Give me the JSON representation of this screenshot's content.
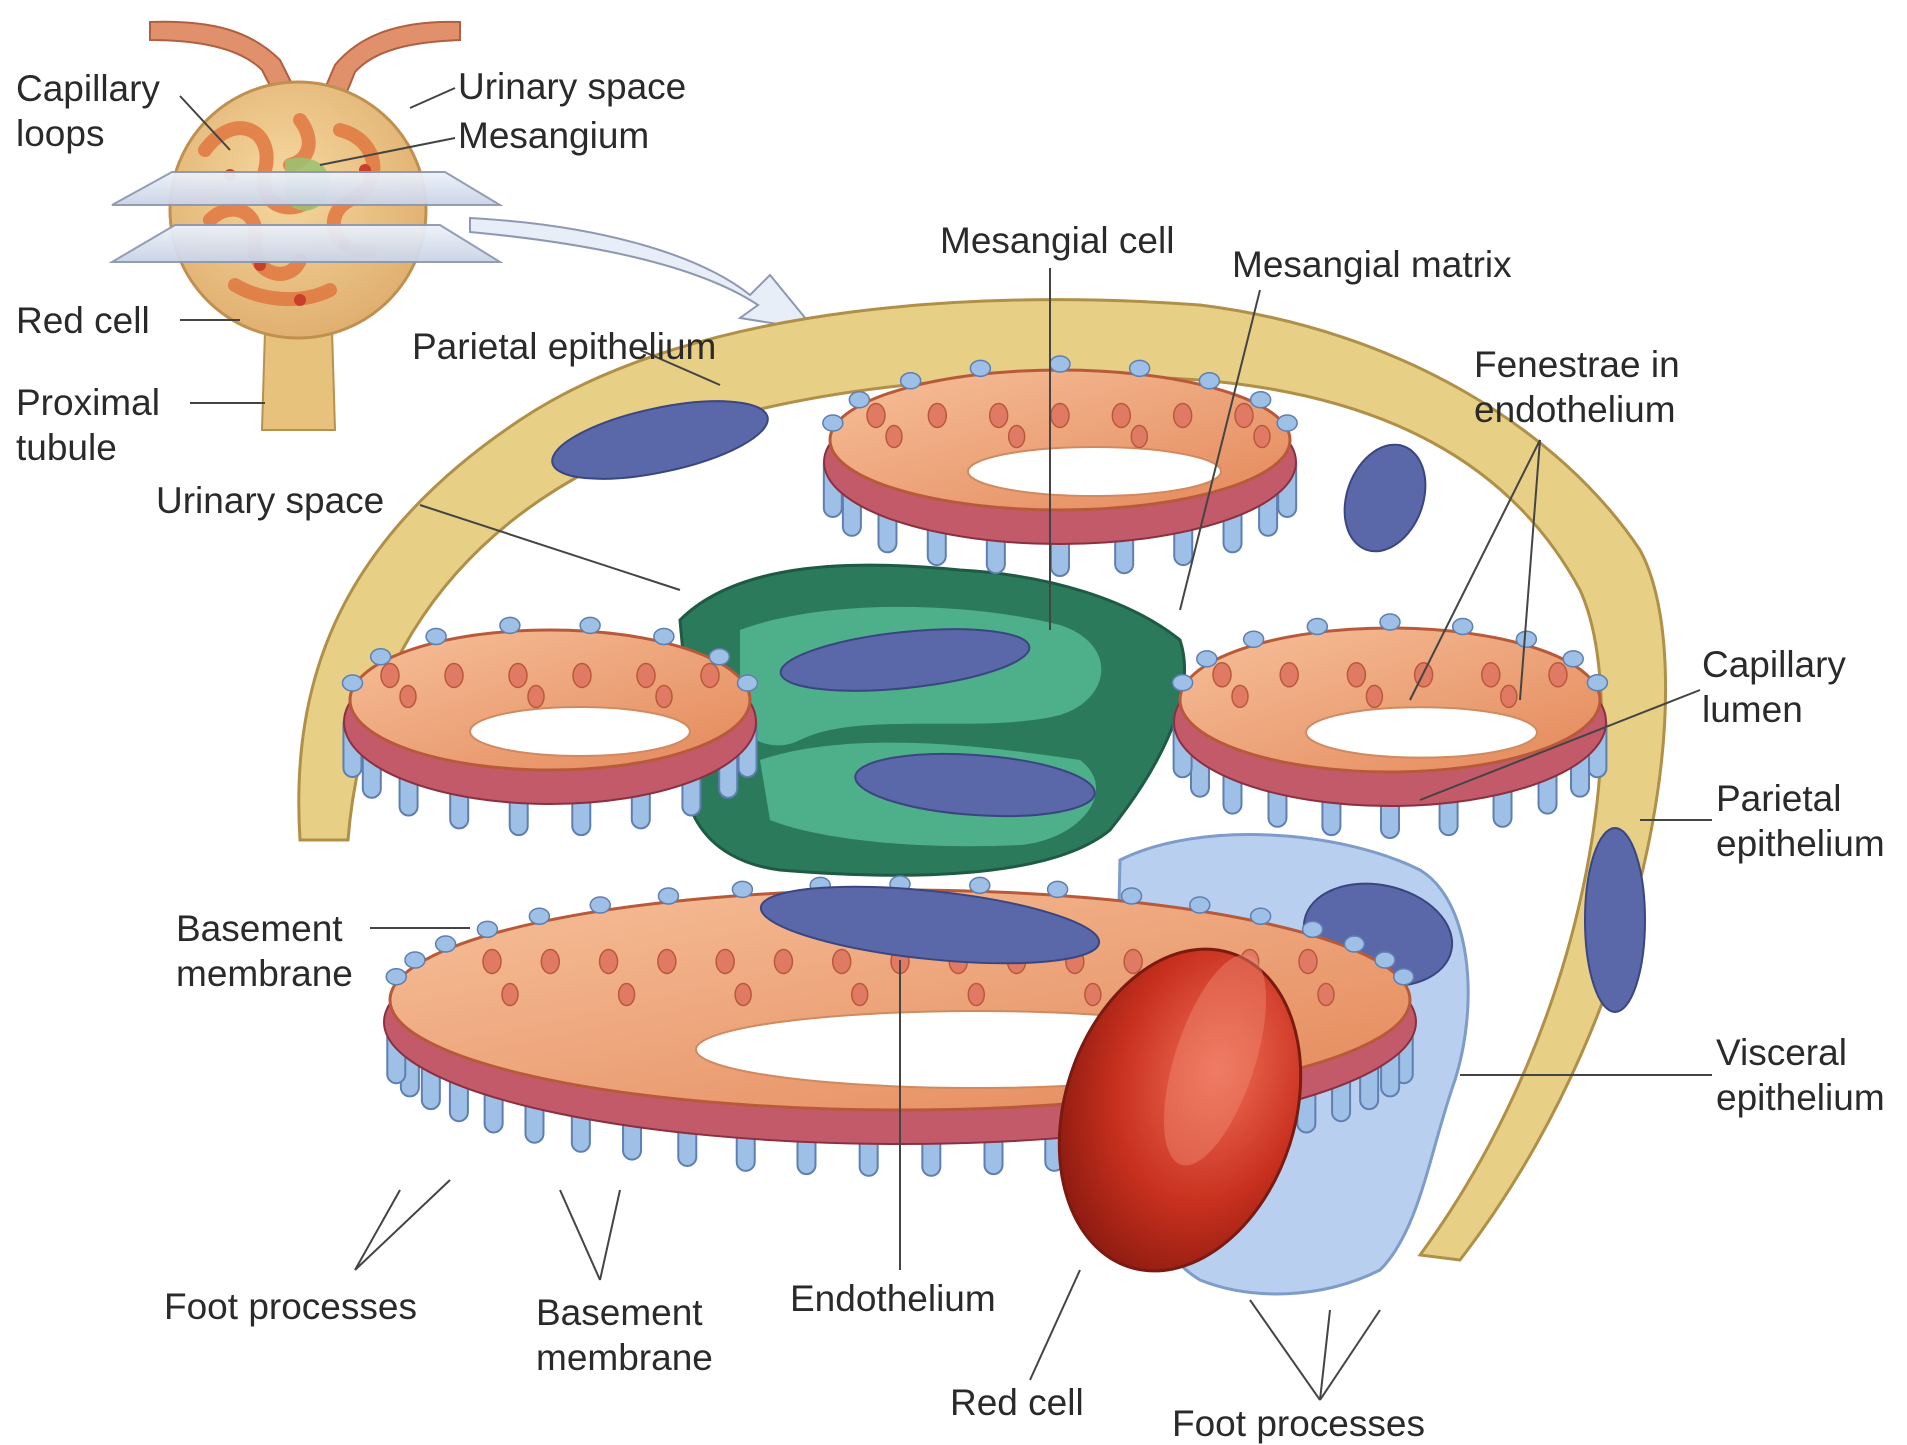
{
  "labels": {
    "capillary_loops": "Capillary\nloops",
    "urinary_space_top": "Urinary space",
    "mesangium": "Mesangium",
    "red_cell_top": "Red cell",
    "proximal_tubule": "Proximal\ntubule",
    "mesangial_cell": "Mesangial cell",
    "mesangial_matrix": "Mesangial matrix",
    "parietal_epithelium_top": "Parietal epithelium",
    "fenestrae": "Fenestrae in\nendothelium",
    "urinary_space": "Urinary space",
    "capillary_lumen": "Capillary\nlumen",
    "parietal_epithelium_right": "Parietal\nepithelium",
    "basement_membrane_left": "Basement\nmembrane",
    "visceral_epithelium": "Visceral\nepithelium",
    "foot_processes_left": "Foot processes",
    "basement_membrane_bottom": "Basement\nmembrane",
    "endothelium": "Endothelium",
    "red_cell_bottom": "Red cell",
    "foot_processes_bottom": "Foot processes"
  },
  "colors": {
    "parietal": "#e8cf86",
    "endothelium": "#f0a070",
    "basement": "#c25a6a",
    "foot_process": "#9ec0e6",
    "mesangium": "#3f9e7d",
    "mesangium_dark": "#2b7a5c",
    "nucleus": "#5a67a8",
    "red_cell": "#c8301e",
    "visceral": "#b8cff0"
  }
}
